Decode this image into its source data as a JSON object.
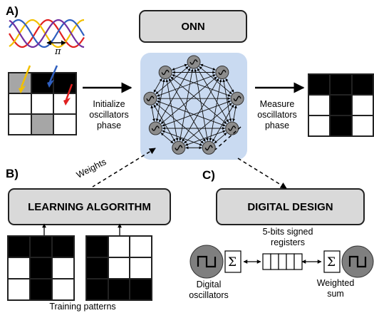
{
  "panels": {
    "a": "A)",
    "b": "B)",
    "c": "C)"
  },
  "onn": {
    "title": "ONN"
  },
  "phase_symbol": "π",
  "initialize_caption": [
    "Initialize",
    "oscillators",
    "phase"
  ],
  "measure_caption": [
    "Measure",
    "oscillators",
    "phase"
  ],
  "weights_label": "Weights",
  "learning": {
    "title": "LEARNING ALGORITHM"
  },
  "digital": {
    "title": "DIGITAL DESIGN"
  },
  "training_label": "Training patterns",
  "registers_label": [
    "5-bits signed",
    "registers"
  ],
  "oscillators_label": [
    "Digital",
    "oscillators"
  ],
  "weighted_label": [
    "Weighted",
    "sum"
  ],
  "sum_symbol": "Σ",
  "grids": {
    "input": [
      "g",
      "k",
      "k",
      "w",
      "w",
      "w",
      "w",
      "g",
      "w"
    ],
    "output": [
      "k",
      "k",
      "k",
      "w",
      "k",
      "w",
      "w",
      "k",
      "w"
    ],
    "train_t": [
      "k",
      "k",
      "k",
      "w",
      "k",
      "w",
      "w",
      "k",
      "w"
    ],
    "train_l": [
      "k",
      "w",
      "w",
      "k",
      "w",
      "w",
      "k",
      "k",
      "k"
    ]
  },
  "colors": {
    "wave_red": "#e02020",
    "wave_yellow": "#f2c000",
    "wave_blue": "#2f5fbf",
    "wave_purple": "#7030a0",
    "onn_bg": "#c9daf1"
  },
  "icons": [
    "sine-oscillator-icon",
    "square-wave-icon",
    "sigma-icon",
    "arrow-icon"
  ]
}
